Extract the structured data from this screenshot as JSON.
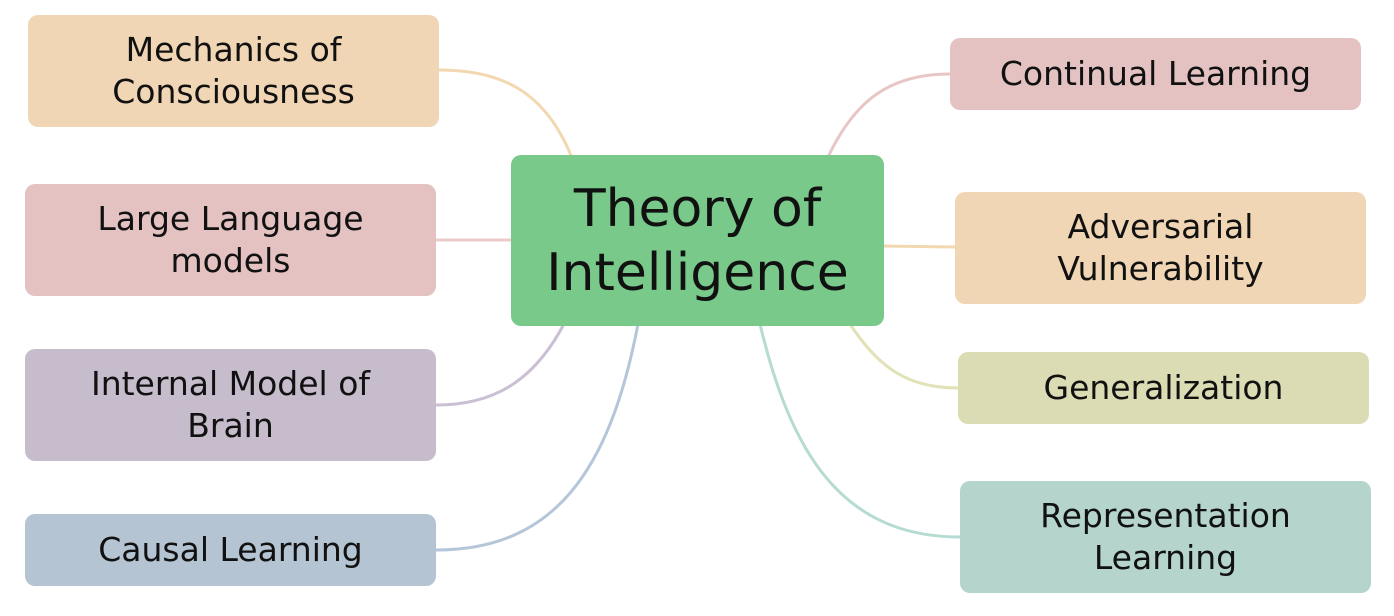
{
  "center": {
    "label": "Theory of\nIntelligence",
    "color": "#78c98a"
  },
  "topics": [
    {
      "label": "Mechanics of\nConsciousness",
      "color": "#f0d6b4",
      "line_color": "#f2d8b0"
    },
    {
      "label": "Large Language\nmodels",
      "color": "#e4c2c2",
      "line_color": "#ebcaca"
    },
    {
      "label": "Internal Model of\nBrain",
      "color": "#c6bccc",
      "line_color": "#cbbfd3"
    },
    {
      "label": "Causal Learning",
      "color": "#b4c4d2",
      "line_color": "#b5c6da"
    },
    {
      "label": "Continual Learning",
      "color": "#e4c2c2",
      "line_color": "#e9c6c6"
    },
    {
      "label": "Adversarial\nVulnerability",
      "color": "#f0d6b4",
      "line_color": "#f2d8b0"
    },
    {
      "label": "Generalization",
      "color": "#dcdcb4",
      "line_color": "#e2e2b8"
    },
    {
      "label": "Representation\nLearning",
      "color": "#b4d4cc",
      "line_color": "#b5dbd2"
    }
  ]
}
